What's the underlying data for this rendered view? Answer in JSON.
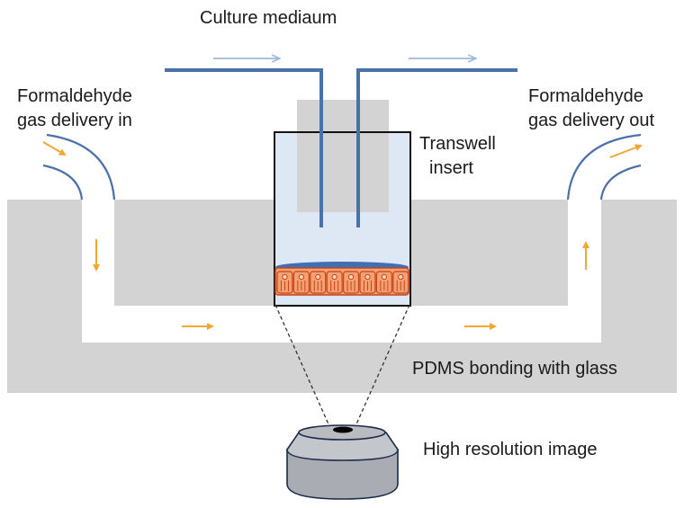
{
  "labels": {
    "culture_medium": "Culture mediaum",
    "gas_in_line1": "Formaldehyde",
    "gas_in_line2": "gas delivery in",
    "gas_out_line1": "Formaldehyde",
    "gas_out_line2": "gas delivery out",
    "transwell_line1": "Transwell",
    "transwell_line2": "insert",
    "pdms": "PDMS bonding with glass",
    "imaging": "High resolution image"
  },
  "colors": {
    "pdms_gray": "#d3d3d3",
    "tube_blue": "#4a72a8",
    "flow_arrow_blue": "#9db8d9",
    "gas_arrow_orange": "#f0a830",
    "medium_fill": "#dde8f4",
    "cell_orange": "#f4a070",
    "cell_outline": "#c4441c",
    "objective_gray": "#a9adb3"
  }
}
